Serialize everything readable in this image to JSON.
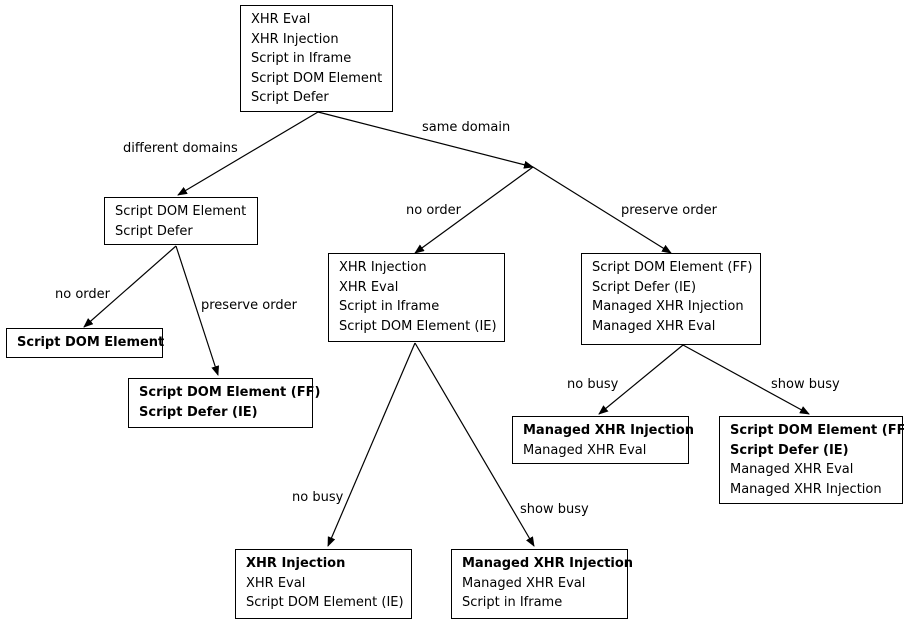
{
  "nodes": {
    "root": {
      "lines": [
        {
          "t": "XHR Eval"
        },
        {
          "t": "XHR Injection"
        },
        {
          "t": "Script in Iframe"
        },
        {
          "t": "Script DOM Element"
        },
        {
          "t": "Script Defer"
        }
      ]
    },
    "diffDomains": {
      "lines": [
        {
          "t": "Script DOM Element"
        },
        {
          "t": "Script Defer"
        }
      ]
    },
    "diffNoOrder": {
      "lines": [
        {
          "t": "Script DOM Element",
          "b": true
        }
      ]
    },
    "diffPreserve": {
      "lines": [
        {
          "t": "Script DOM Element (FF)",
          "b": true
        },
        {
          "t": "Script Defer (IE)",
          "b": true
        }
      ]
    },
    "sameNoOrder": {
      "lines": [
        {
          "t": "XHR Injection"
        },
        {
          "t": "XHR Eval"
        },
        {
          "t": "Script in Iframe"
        },
        {
          "t": "Script DOM Element (IE)"
        }
      ]
    },
    "samePreserve": {
      "lines": [
        {
          "t": "Script DOM Element (FF)"
        },
        {
          "t": "Script Defer (IE)"
        },
        {
          "t": "Managed XHR Injection"
        },
        {
          "t": "Managed XHR Eval"
        }
      ]
    },
    "noBusyA": {
      "lines": [
        {
          "t": "XHR Injection",
          "b": true
        },
        {
          "t": "XHR Eval"
        },
        {
          "t": "Script DOM Element (IE)"
        }
      ]
    },
    "showBusyA": {
      "lines": [
        {
          "t": "Managed XHR Injection",
          "b": true
        },
        {
          "t": "Managed XHR Eval"
        },
        {
          "t": "Script in Iframe"
        }
      ]
    },
    "noBusyB": {
      "lines": [
        {
          "t": "Managed XHR Injection",
          "b": true
        },
        {
          "t": "Managed XHR Eval"
        }
      ]
    },
    "showBusyB": {
      "lines": [
        {
          "t": "Script DOM Element (FF)",
          "b": true
        },
        {
          "t": "Script Defer (IE)",
          "b": true
        },
        {
          "t": "Managed XHR Eval"
        },
        {
          "t": "Managed XHR Injection"
        }
      ]
    }
  },
  "edges": {
    "different_domains": "different domains",
    "same_domain": "same domain",
    "no_order_left": "no order",
    "preserve_order_left": "preserve order",
    "no_order_mid": "no order",
    "preserve_order_right": "preserve order",
    "no_busy_mid": "no busy",
    "show_busy_mid": "show busy",
    "no_busy_right": "no busy",
    "show_busy_right": "show busy"
  },
  "colors": {
    "line": "#000000",
    "background": "#ffffff"
  }
}
